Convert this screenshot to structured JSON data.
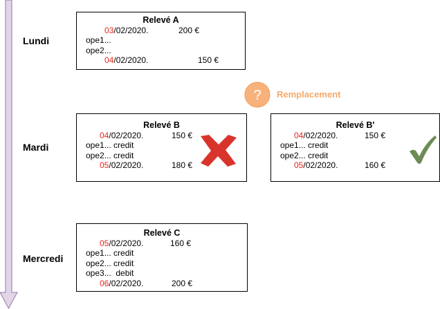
{
  "colors": {
    "timeline_fill": "#e1d5e7",
    "timeline_stroke": "#9673a6",
    "date_red": "#e8271a",
    "question_orange": "#f7b27c",
    "cross_red": "#d9342b",
    "check_green": "#6d8b55"
  },
  "days": [
    "Lundi",
    "Mardi",
    "Mercredi"
  ],
  "replacement": {
    "icon": "question-circle-icon",
    "symbol": "?",
    "label": "Remplacement"
  },
  "statements": [
    {
      "title": "Relevé A",
      "start": {
        "day": "03",
        "rest": "/02/2020.",
        "amount": "200 €"
      },
      "ops": [
        "ope1...",
        "ope2..."
      ],
      "end": {
        "day": "04",
        "rest": "/02/2020.",
        "amount": "150 €"
      }
    },
    {
      "title": "Relevé B",
      "start": {
        "day": "04",
        "rest": "/02/2020.",
        "amount": "150 €"
      },
      "ops": [
        "ope1... credit",
        "ope2... credit"
      ],
      "end": {
        "day": "05",
        "rest": "/02/2020.",
        "amount": "180 €"
      },
      "status_icon": "cross-icon"
    },
    {
      "title": "Relevé B'",
      "start": {
        "day": "04",
        "rest": "/02/2020.",
        "amount": "150 €"
      },
      "ops": [
        "ope1... credit",
        "ope2... credit"
      ],
      "end": {
        "day": "05",
        "rest": "/02/2020.",
        "amount": "160 €"
      },
      "status_icon": "checkmark-icon"
    },
    {
      "title": "Relevé C",
      "start": {
        "day": "05",
        "rest": "/02/2020.",
        "amount": "160 €"
      },
      "ops": [
        "ope1... credit",
        "ope2... credit",
        "ope3...  debit"
      ],
      "end": {
        "day": "06",
        "rest": "/02/2020.",
        "amount": "200 €"
      }
    }
  ]
}
